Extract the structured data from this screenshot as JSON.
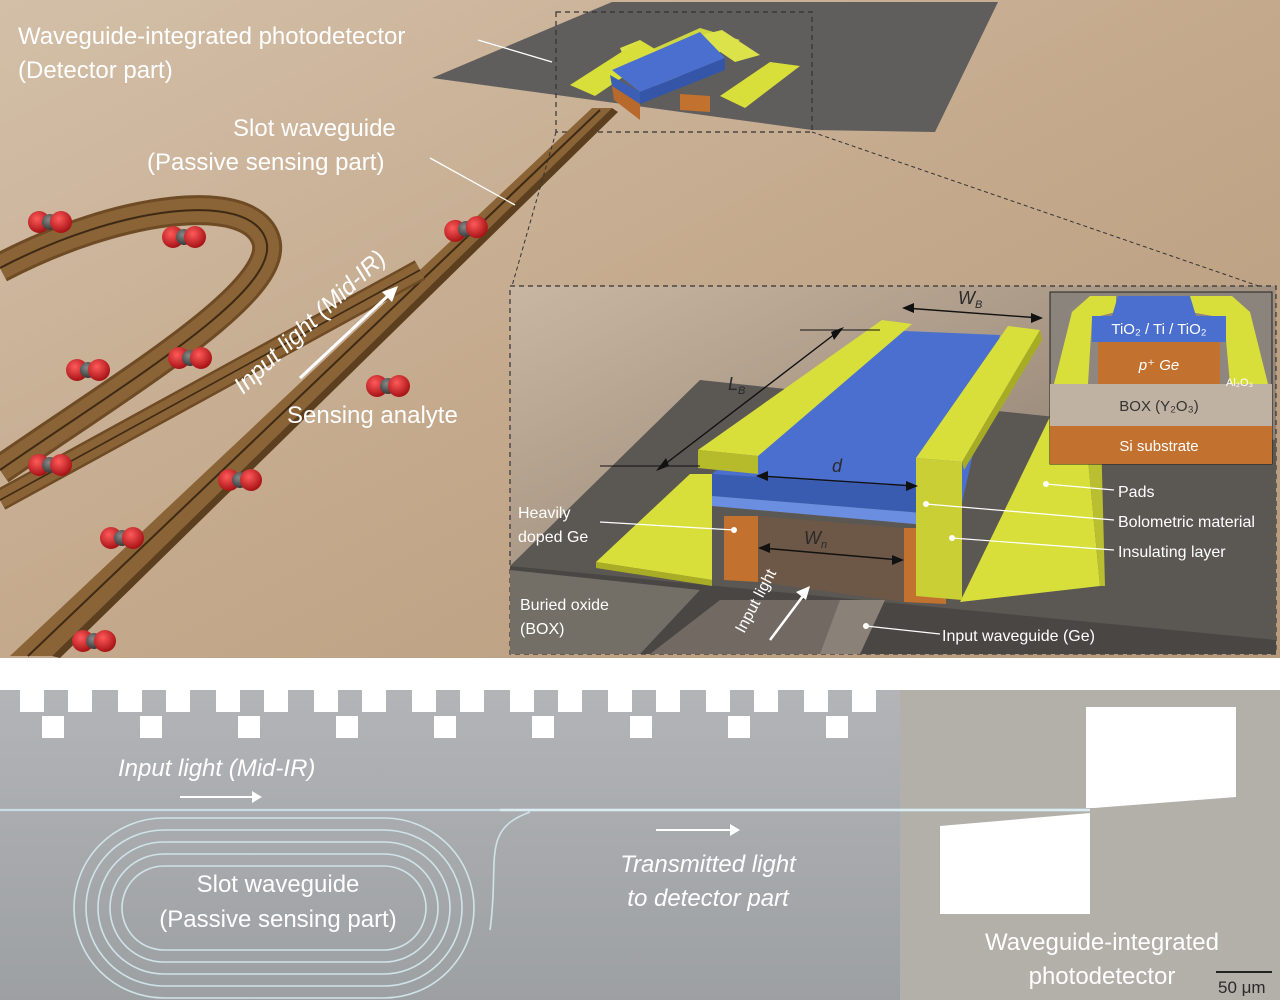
{
  "top_panel": {
    "detector_title_line1": "Waveguide-integrated photodetector",
    "detector_title_line2": "(Detector part)",
    "slot_waveguide_line1": "Slot waveguide",
    "slot_waveguide_line2": "(Passive sensing part)",
    "input_light": "Input light (Mid-IR)",
    "sensing_analyte": "Sensing analyte"
  },
  "inset": {
    "wb_label": "W",
    "wb_sub": "B",
    "lb_label": "L",
    "lb_sub": "B",
    "d_label": "d",
    "wn_label": "W",
    "wn_sub": "n",
    "heavily_doped_line1": "Heavily",
    "heavily_doped_line2": "doped Ge",
    "box_line1": "Buried oxide",
    "box_line2": "(BOX)",
    "input_light": "Input light",
    "pads": "Pads",
    "bolometric": "Bolometric material",
    "insulating": "Insulating layer",
    "input_waveguide": "Input waveguide (Ge)"
  },
  "cross_section": {
    "layer1": "TiO₂ / Ti / TiO₂",
    "layer2": "p⁺ Ge",
    "layer3": "BOX (Y₂O₃)",
    "layer4": "Si substrate",
    "side_label": "Al₂O₃"
  },
  "bottom_panel": {
    "input_light": "Input light (Mid-IR)",
    "slot_line1": "Slot waveguide",
    "slot_line2": "(Passive sensing part)",
    "transmitted_line1": "Transmitted light",
    "transmitted_line2": "to detector part",
    "detector_line1": "Waveguide-integrated",
    "detector_line2": "photodetector",
    "scale_bar": "50 μm"
  },
  "colors": {
    "background_top": "#c9b39c",
    "waveguide_brown": "#8a6336",
    "pad_yellow": "#d8df3a",
    "bolometer_blue": "#4a6fcf",
    "germanium_orange": "#c2712f",
    "inset_dark": "#5b5753",
    "bottom_grey": "#a6a8ab"
  }
}
